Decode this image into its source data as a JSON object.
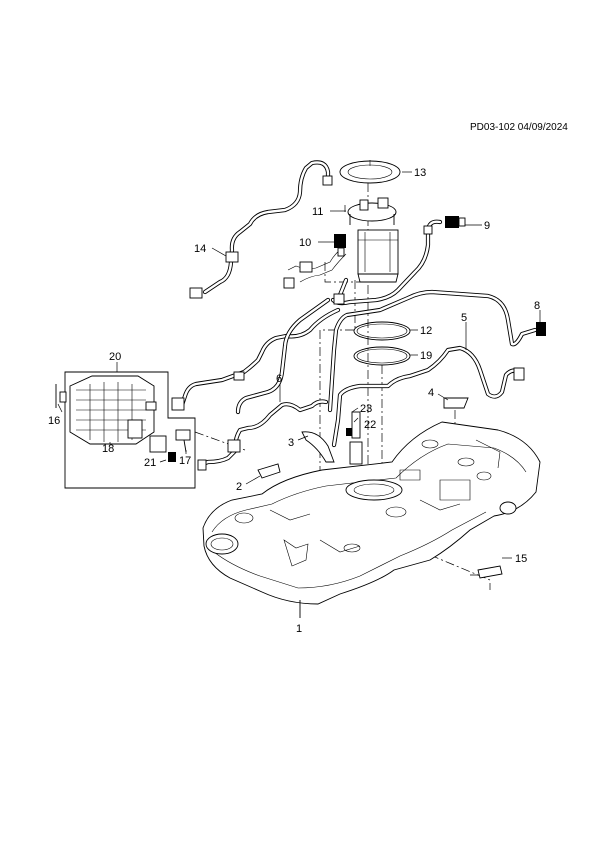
{
  "header": {
    "reference": "PD03-102 04/09/2024"
  },
  "callouts": [
    {
      "id": "c1",
      "label": "1"
    },
    {
      "id": "c2",
      "label": "2"
    },
    {
      "id": "c3",
      "label": "3"
    },
    {
      "id": "c4",
      "label": "4"
    },
    {
      "id": "c5",
      "label": "5"
    },
    {
      "id": "c6",
      "label": "6"
    },
    {
      "id": "c8",
      "label": "8"
    },
    {
      "id": "c9",
      "label": "9"
    },
    {
      "id": "c10",
      "label": "10"
    },
    {
      "id": "c11",
      "label": "11"
    },
    {
      "id": "c12",
      "label": "12"
    },
    {
      "id": "c13",
      "label": "13"
    },
    {
      "id": "c14",
      "label": "14"
    },
    {
      "id": "c15",
      "label": "15"
    },
    {
      "id": "c16",
      "label": "16"
    },
    {
      "id": "c17",
      "label": "17"
    },
    {
      "id": "c18",
      "label": "18"
    },
    {
      "id": "c19",
      "label": "19"
    },
    {
      "id": "c20",
      "label": "20"
    },
    {
      "id": "c21",
      "label": "21"
    },
    {
      "id": "c22",
      "label": "22"
    },
    {
      "id": "c23",
      "label": "23"
    }
  ]
}
